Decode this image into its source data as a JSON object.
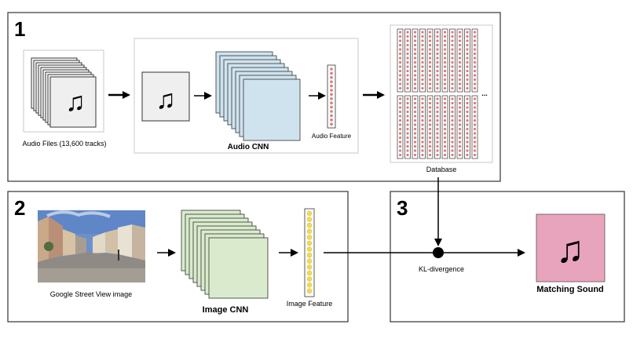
{
  "panels": {
    "p1": {
      "number": "1"
    },
    "p2": {
      "number": "2"
    },
    "p3": {
      "number": "3"
    }
  },
  "labels": {
    "audio_files": "Audio Files (13,600 tracks)",
    "audio_cnn": "Audio CNN",
    "audio_feature": "Audio Feature",
    "database": "Database",
    "database_ellipsis": "...",
    "street_view": "Google Street View image",
    "image_cnn": "Image CNN",
    "image_feature": "Image Feature",
    "kl_divergence": "KL-divergence",
    "matching_sound": "Matching Sound"
  },
  "icons": {
    "music_note": "♫"
  },
  "colors": {
    "audio_cnn_fill": "#cfe3ef",
    "image_cnn_fill": "#d9ebcc",
    "audio_dot": "#d97a7a",
    "image_dot": "#f2dc55",
    "matching_fill": "#e9a4bd",
    "file_fill": "#efefef"
  }
}
